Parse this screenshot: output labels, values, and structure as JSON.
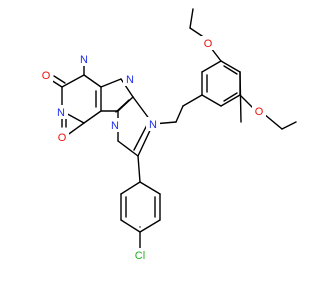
{
  "figure": {
    "type": "chemical-structure",
    "colors": {
      "carbon_bond": "#000000",
      "nitrogen": "#1f2ef0",
      "oxygen": "#e8140c",
      "chlorine": "#1fb01f"
    }
  },
  "atoms": [
    {
      "label": "O",
      "element": "oxygen"
    },
    {
      "label": "N",
      "element": "nitrogen"
    },
    {
      "label": "N",
      "element": "nitrogen"
    },
    {
      "label": "N",
      "element": "nitrogen"
    },
    {
      "label": "N",
      "element": "nitrogen"
    },
    {
      "label": "O",
      "element": "oxygen"
    },
    {
      "label": "N",
      "element": "nitrogen"
    },
    {
      "label": "O",
      "element": "oxygen"
    },
    {
      "label": "O",
      "element": "oxygen"
    },
    {
      "label": "Cl",
      "element": "chlorine"
    }
  ]
}
